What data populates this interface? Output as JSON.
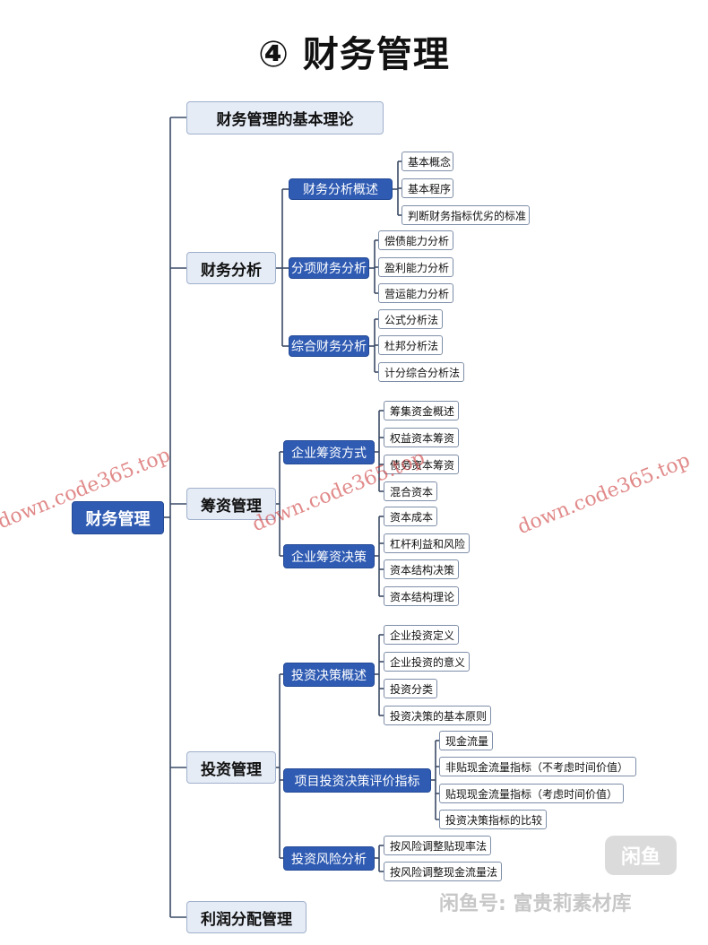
{
  "title": "④ 财务管理",
  "root": "财务管理",
  "nodes": {
    "basic": "财务管理的基本理论",
    "analysis": "财务分析",
    "financing": "筹资管理",
    "investment": "投资管理",
    "profit": "利润分配管理",
    "analysis_overview": "财务分析概述",
    "analysis_item": "分项财务分析",
    "analysis_comprehensive": "综合财务分析",
    "financing_method": "企业筹资方式",
    "financing_decision": "企业筹资决策",
    "invest_overview": "投资决策概述",
    "invest_evaluation": "项目投资决策评价指标",
    "invest_risk": "投资风险分析"
  },
  "leaves": {
    "a1": "基本概念",
    "a2": "基本程序",
    "a3": "判断财务指标优劣的标准",
    "b1": "偿债能力分析",
    "b2": "盈利能力分析",
    "b3": "营运能力分析",
    "c1": "公式分析法",
    "c2": "杜邦分析法",
    "c3": "计分综合分析法",
    "d1": "筹集资金概述",
    "d2": "权益资本筹资",
    "d3": "债务资本筹资",
    "d4": "混合资本",
    "e1": "资本成本",
    "e2": "杠杆利益和风险",
    "e3": "资本结构决策",
    "e4": "资本结构理论",
    "f1": "企业投资定义",
    "f2": "企业投资的意义",
    "f3": "投资分类",
    "f4": "投资决策的基本原则",
    "g1": "现金流量",
    "g2": "非贴现金流量指标（不考虑时间价值）",
    "g3": "贴现现金流量指标（考虑时间价值）",
    "g4": "投资决策指标的比较",
    "h1": "按风险调整贴现率法",
    "h2": "按风险调整现金流量法"
  },
  "watermarks": {
    "w1": "down.code365.top",
    "w2": "down.code365.top",
    "w3": "down.code365.top"
  },
  "brand": {
    "logo": "闲鱼",
    "text": "闲鱼号: 富贵莉素材库"
  },
  "colors": {
    "primary": "#2f5bb3",
    "level1_bg": "#e6ecf6",
    "line": "#3a4a66"
  }
}
